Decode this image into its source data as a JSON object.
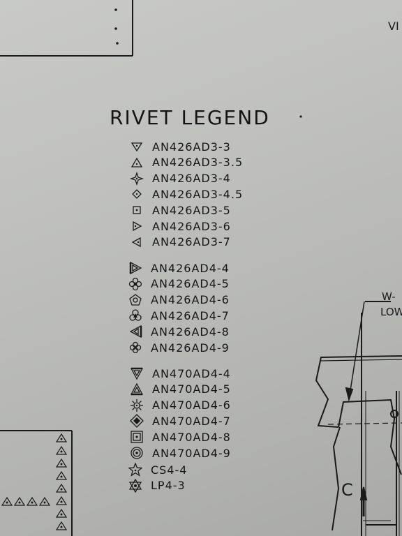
{
  "legend_title": "RIVET LEGEND",
  "legend_groups": [
    [
      {
        "part": "AN426AD3-3",
        "icon": "triangle-down-icon"
      },
      {
        "part": "AN426AD3-3.5",
        "icon": "triangle-up-icon"
      },
      {
        "part": "AN426AD3-4",
        "icon": "four-point-star-icon"
      },
      {
        "part": "AN426AD3-4.5",
        "icon": "diamond-dot-icon"
      },
      {
        "part": "AN426AD3-5",
        "icon": "square-dot-icon"
      },
      {
        "part": "AN426AD3-6",
        "icon": "triangle-right-icon"
      },
      {
        "part": "AN426AD3-7",
        "icon": "triangle-left-icon"
      }
    ],
    [
      {
        "part": "AN426AD4-4",
        "icon": "double-triangle-right-icon"
      },
      {
        "part": "AN426AD4-5",
        "icon": "clover-icon"
      },
      {
        "part": "AN426AD4-6",
        "icon": "pentagon-icon"
      },
      {
        "part": "AN426AD4-7",
        "icon": "trefoil-icon"
      },
      {
        "part": "AN426AD4-8",
        "icon": "double-triangle-left-icon"
      },
      {
        "part": "AN426AD4-9",
        "icon": "quatrefoil-icon"
      }
    ],
    [
      {
        "part": "AN470AD4-4",
        "icon": "double-triangle-down-icon"
      },
      {
        "part": "AN470AD4-5",
        "icon": "double-triangle-up-icon"
      },
      {
        "part": "AN470AD4-6",
        "icon": "sunburst-icon"
      },
      {
        "part": "AN470AD4-7",
        "icon": "double-diamond-icon"
      },
      {
        "part": "AN470AD4-8",
        "icon": "double-square-icon"
      },
      {
        "part": "AN470AD4-9",
        "icon": "concentric-circle-icon"
      }
    ],
    [
      {
        "part": "CS4-4",
        "icon": "star-outline-icon"
      },
      {
        "part": "LP4-3",
        "icon": "star-of-david-icon"
      }
    ]
  ],
  "partial_labels": {
    "top_right": "VI",
    "callout_line1": "W-",
    "callout_line2": "LOW",
    "section_letter": "C"
  }
}
